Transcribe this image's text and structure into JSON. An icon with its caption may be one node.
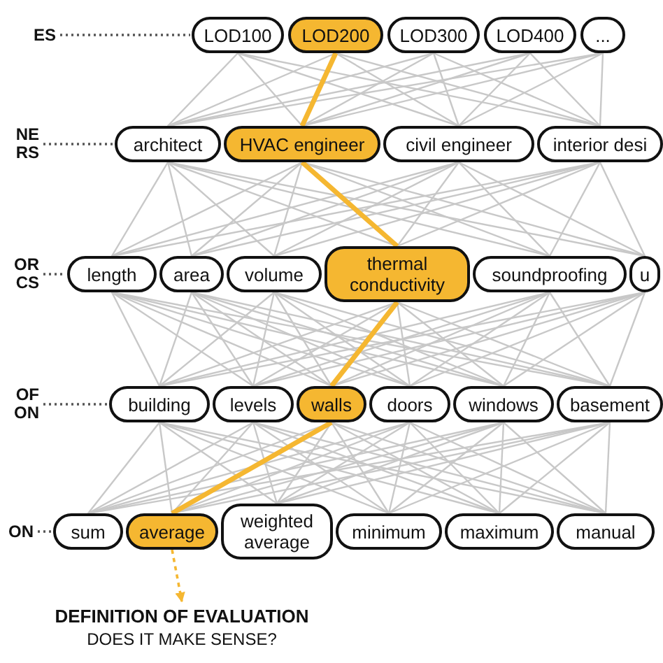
{
  "diagram": {
    "nodes": [
      {
        "text": [
          "ES"
        ]
      },
      {
        "text": [
          "LOD100"
        ]
      },
      {
        "text": [
          "LOD200"
        ]
      },
      {
        "text": [
          "LOD300"
        ]
      },
      {
        "text": [
          "LOD400"
        ]
      },
      {
        "text": [
          "..."
        ]
      },
      {
        "text": [
          "NE RS"
        ]
      },
      {
        "text": [
          "architect"
        ]
      },
      {
        "text": [
          "HVAC engineer"
        ]
      },
      {
        "text": [
          "civil engineer"
        ]
      },
      {
        "text": [
          "interior desi"
        ]
      },
      {
        "text": [
          "OR CS"
        ]
      },
      {
        "text": [
          "length"
        ]
      },
      {
        "text": [
          "area"
        ]
      },
      {
        "text": [
          "volume"
        ]
      },
      {
        "text": [
          "thermal conductivity"
        ]
      },
      {
        "text": [
          "soundproofing"
        ]
      },
      {
        "text": [
          "u"
        ]
      },
      {
        "text": [
          "OF ON"
        ]
      },
      {
        "text": [
          "building"
        ]
      },
      {
        "text": [
          "levels"
        ]
      },
      {
        "text": [
          "walls"
        ]
      },
      {
        "text": [
          "doors"
        ]
      },
      {
        "text": [
          "windows"
        ]
      },
      {
        "text": [
          "basement"
        ]
      },
      {
        "text": [
          "ON"
        ]
      },
      {
        "text": [
          "sum"
        ]
      },
      {
        "text": [
          "average"
        ]
      },
      {
        "text": [
          "weighted average"
        ]
      },
      {
        "text": [
          "minimum"
        ]
      },
      {
        "text": [
          "maximum"
        ]
      },
      {
        "text": [
          "manual"
        ]
      },
      {
        "text": [
          "DEFINITION OF EVALUATION",
          "DOES IT MAKE SENSE?"
        ]
      }
    ],
    "edges": [
      {
        "from": 0,
        "to": 1,
        "arrow": "none",
        "style": "dashed",
        "color": "#555555"
      },
      {
        "from": 6,
        "to": 7,
        "arrow": "none",
        "style": "dashed",
        "color": "#555555"
      },
      {
        "from": 11,
        "to": 12,
        "arrow": "none",
        "style": "dashed",
        "color": "#555555"
      },
      {
        "from": 18,
        "to": 19,
        "arrow": "none",
        "style": "dashed",
        "color": "#555555"
      },
      {
        "from": 25,
        "to": 26,
        "arrow": "none",
        "style": "dashed",
        "color": "#555555"
      },
      {
        "from": 1,
        "to": 7,
        "arrow": "none"
      },
      {
        "from": 1,
        "to": 8,
        "arrow": "none"
      },
      {
        "from": 1,
        "to": 9,
        "arrow": "none"
      },
      {
        "from": 1,
        "to": 10,
        "arrow": "none"
      },
      {
        "from": 2,
        "to": 7,
        "arrow": "none"
      },
      {
        "from": 2,
        "to": 8,
        "arrow": "none",
        "style": "thick",
        "color": "#f5b731"
      },
      {
        "from": 2,
        "to": 9,
        "arrow": "none"
      },
      {
        "from": 2,
        "to": 10,
        "arrow": "none"
      },
      {
        "from": 3,
        "to": 7,
        "arrow": "none"
      },
      {
        "from": 3,
        "to": 8,
        "arrow": "none"
      },
      {
        "from": 3,
        "to": 9,
        "arrow": "none"
      },
      {
        "from": 3,
        "to": 10,
        "arrow": "none"
      },
      {
        "from": 4,
        "to": 7,
        "arrow": "none"
      },
      {
        "from": 4,
        "to": 8,
        "arrow": "none"
      },
      {
        "from": 4,
        "to": 9,
        "arrow": "none"
      },
      {
        "from": 4,
        "to": 10,
        "arrow": "none"
      },
      {
        "from": 5,
        "to": 7,
        "arrow": "none"
      },
      {
        "from": 5,
        "to": 8,
        "arrow": "none"
      },
      {
        "from": 5,
        "to": 9,
        "arrow": "none"
      },
      {
        "from": 5,
        "to": 10,
        "arrow": "none"
      },
      {
        "from": 7,
        "to": 12,
        "arrow": "none"
      },
      {
        "from": 7,
        "to": 13,
        "arrow": "none"
      },
      {
        "from": 7,
        "to": 14,
        "arrow": "none"
      },
      {
        "from": 7,
        "to": 15,
        "arrow": "none"
      },
      {
        "from": 7,
        "to": 16,
        "arrow": "none"
      },
      {
        "from": 7,
        "to": 17,
        "arrow": "none"
      },
      {
        "from": 8,
        "to": 12,
        "arrow": "none"
      },
      {
        "from": 8,
        "to": 13,
        "arrow": "none"
      },
      {
        "from": 8,
        "to": 14,
        "arrow": "none"
      },
      {
        "from": 8,
        "to": 15,
        "arrow": "none",
        "style": "thick",
        "color": "#f5b731"
      },
      {
        "from": 8,
        "to": 16,
        "arrow": "none"
      },
      {
        "from": 8,
        "to": 17,
        "arrow": "none"
      },
      {
        "from": 9,
        "to": 12,
        "arrow": "none"
      },
      {
        "from": 9,
        "to": 13,
        "arrow": "none"
      },
      {
        "from": 9,
        "to": 14,
        "arrow": "none"
      },
      {
        "from": 9,
        "to": 15,
        "arrow": "none"
      },
      {
        "from": 9,
        "to": 16,
        "arrow": "none"
      },
      {
        "from": 9,
        "to": 17,
        "arrow": "none"
      },
      {
        "from": 10,
        "to": 12,
        "arrow": "none"
      },
      {
        "from": 10,
        "to": 13,
        "arrow": "none"
      },
      {
        "from": 10,
        "to": 14,
        "arrow": "none"
      },
      {
        "from": 10,
        "to": 15,
        "arrow": "none"
      },
      {
        "from": 10,
        "to": 16,
        "arrow": "none"
      },
      {
        "from": 10,
        "to": 17,
        "arrow": "none"
      },
      {
        "from": 12,
        "to": 19,
        "arrow": "none"
      },
      {
        "from": 12,
        "to": 20,
        "arrow": "none"
      },
      {
        "from": 12,
        "to": 21,
        "arrow": "none"
      },
      {
        "from": 12,
        "to": 22,
        "arrow": "none"
      },
      {
        "from": 12,
        "to": 23,
        "arrow": "none"
      },
      {
        "from": 12,
        "to": 24,
        "arrow": "none"
      },
      {
        "from": 13,
        "to": 19,
        "arrow": "none"
      },
      {
        "from": 13,
        "to": 20,
        "arrow": "none"
      },
      {
        "from": 13,
        "to": 21,
        "arrow": "none"
      },
      {
        "from": 13,
        "to": 22,
        "arrow": "none"
      },
      {
        "from": 13,
        "to": 23,
        "arrow": "none"
      },
      {
        "from": 13,
        "to": 24,
        "arrow": "none"
      },
      {
        "from": 14,
        "to": 19,
        "arrow": "none"
      },
      {
        "from": 14,
        "to": 20,
        "arrow": "none"
      },
      {
        "from": 14,
        "to": 21,
        "arrow": "none"
      },
      {
        "from": 14,
        "to": 22,
        "arrow": "none"
      },
      {
        "from": 14,
        "to": 23,
        "arrow": "none"
      },
      {
        "from": 14,
        "to": 24,
        "arrow": "none"
      },
      {
        "from": 15,
        "to": 19,
        "arrow": "none"
      },
      {
        "from": 15,
        "to": 20,
        "arrow": "none"
      },
      {
        "from": 15,
        "to": 21,
        "arrow": "none",
        "style": "thick",
        "color": "#f5b731"
      },
      {
        "from": 15,
        "to": 22,
        "arrow": "none"
      },
      {
        "from": 15,
        "to": 23,
        "arrow": "none"
      },
      {
        "from": 15,
        "to": 24,
        "arrow": "none"
      },
      {
        "from": 16,
        "to": 19,
        "arrow": "none"
      },
      {
        "from": 16,
        "to": 20,
        "arrow": "none"
      },
      {
        "from": 16,
        "to": 21,
        "arrow": "none"
      },
      {
        "from": 16,
        "to": 22,
        "arrow": "none"
      },
      {
        "from": 16,
        "to": 23,
        "arrow": "none"
      },
      {
        "from": 16,
        "to": 24,
        "arrow": "none"
      },
      {
        "from": 17,
        "to": 19,
        "arrow": "none"
      },
      {
        "from": 17,
        "to": 20,
        "arrow": "none"
      },
      {
        "from": 17,
        "to": 21,
        "arrow": "none"
      },
      {
        "from": 17,
        "to": 22,
        "arrow": "none"
      },
      {
        "from": 17,
        "to": 23,
        "arrow": "none"
      },
      {
        "from": 17,
        "to": 24,
        "arrow": "none"
      },
      {
        "from": 19,
        "to": 26,
        "arrow": "none"
      },
      {
        "from": 19,
        "to": 27,
        "arrow": "none"
      },
      {
        "from": 19,
        "to": 28,
        "arrow": "none"
      },
      {
        "from": 19,
        "to": 29,
        "arrow": "none"
      },
      {
        "from": 19,
        "to": 30,
        "arrow": "none"
      },
      {
        "from": 19,
        "to": 31,
        "arrow": "none"
      },
      {
        "from": 20,
        "to": 26,
        "arrow": "none"
      },
      {
        "from": 20,
        "to": 27,
        "arrow": "none"
      },
      {
        "from": 20,
        "to": 28,
        "arrow": "none"
      },
      {
        "from": 20,
        "to": 29,
        "arrow": "none"
      },
      {
        "from": 20,
        "to": 30,
        "arrow": "none"
      },
      {
        "from": 20,
        "to": 31,
        "arrow": "none"
      },
      {
        "from": 21,
        "to": 26,
        "arrow": "none"
      },
      {
        "from": 21,
        "to": 27,
        "arrow": "none",
        "style": "thick",
        "color": "#f5b731"
      },
      {
        "from": 21,
        "to": 28,
        "arrow": "none"
      },
      {
        "from": 21,
        "to": 29,
        "arrow": "none"
      },
      {
        "from": 21,
        "to": 30,
        "arrow": "none"
      },
      {
        "from": 21,
        "to": 31,
        "arrow": "none"
      },
      {
        "from": 22,
        "to": 26,
        "arrow": "none"
      },
      {
        "from": 22,
        "to": 27,
        "arrow": "none"
      },
      {
        "from": 22,
        "to": 28,
        "arrow": "none"
      },
      {
        "from": 22,
        "to": 29,
        "arrow": "none"
      },
      {
        "from": 22,
        "to": 30,
        "arrow": "none"
      },
      {
        "from": 22,
        "to": 31,
        "arrow": "none"
      },
      {
        "from": 23,
        "to": 26,
        "arrow": "none"
      },
      {
        "from": 23,
        "to": 27,
        "arrow": "none"
      },
      {
        "from": 23,
        "to": 28,
        "arrow": "none"
      },
      {
        "from": 23,
        "to": 29,
        "arrow": "none"
      },
      {
        "from": 23,
        "to": 30,
        "arrow": "none"
      },
      {
        "from": 23,
        "to": 31,
        "arrow": "none"
      },
      {
        "from": 24,
        "to": 26,
        "arrow": "none"
      },
      {
        "from": 24,
        "to": 27,
        "arrow": "none"
      },
      {
        "from": 24,
        "to": 28,
        "arrow": "none"
      },
      {
        "from": 24,
        "to": 29,
        "arrow": "none"
      },
      {
        "from": 24,
        "to": 30,
        "arrow": "none"
      },
      {
        "from": 24,
        "to": 31,
        "arrow": "none"
      },
      {
        "from": 27,
        "to": 32,
        "arrow": "to",
        "style": "dashed",
        "color": "#f5b731"
      }
    ]
  }
}
